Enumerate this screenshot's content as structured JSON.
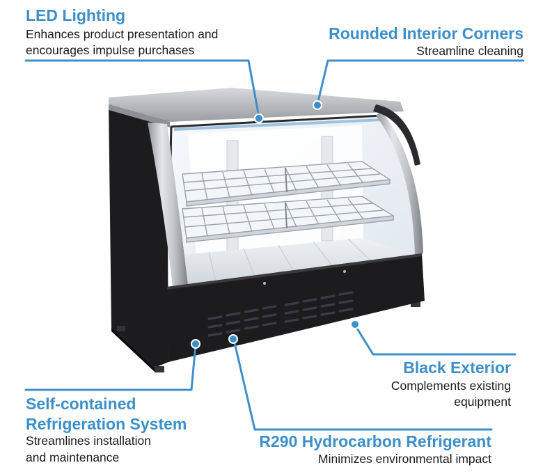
{
  "colors": {
    "accent": "#3d8fc8",
    "text": "#1a1a1a",
    "cabinet": "#1c1c1e",
    "steel": "#b9bcc0"
  },
  "callouts": {
    "led": {
      "title": "LED Lighting",
      "line1": "Enhances product presentation and",
      "line2": "encourages impulse purchases"
    },
    "corners": {
      "title": "Rounded Interior Corners",
      "line1": "Streamline cleaning"
    },
    "exterior": {
      "title": "Black Exterior",
      "line1": "Complements existing",
      "line2": "equipment"
    },
    "refrigeration": {
      "title1": "Self-contained",
      "title2": "Refrigeration System",
      "line1": "Streamlines installation",
      "line2": "and maintenance"
    },
    "refrigerant": {
      "title": "R290 Hydrocarbon Refrigerant",
      "line1": "Minimizes environmental impact"
    }
  },
  "product": {
    "icon": "refrigerated-display-case-image"
  }
}
